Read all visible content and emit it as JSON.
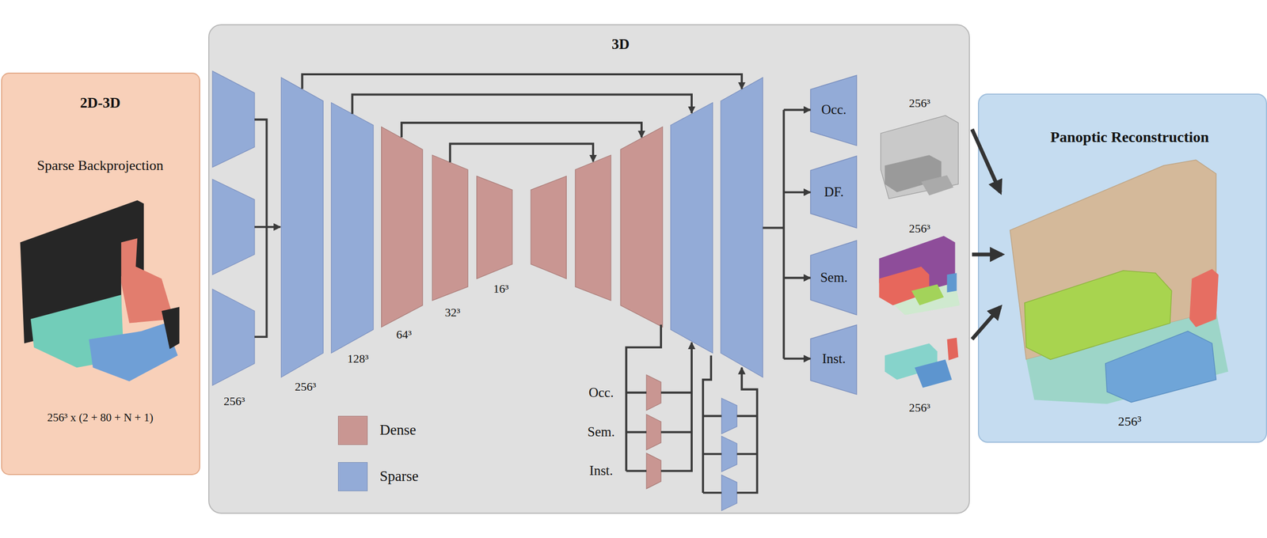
{
  "diagram": {
    "nodes": [
      {
        "text": [
          "2D-3D",
          "Sparse Backprojection",
          "256³ x (2 + 80 + N + 1)"
        ]
      },
      {
        "text": [
          "3D"
        ]
      },
      {
        "text": [
          "Occ."
        ],
        "in": 1
      },
      {
        "text": [
          "DF."
        ],
        "in": 1
      },
      {
        "text": [
          "Sem."
        ],
        "in": 1
      },
      {
        "text": [
          "Inst."
        ],
        "in": 1
      },
      {
        "text": [
          "Panoptic Reconstruction",
          "256³"
        ]
      }
    ],
    "edges": [
      {
        "from": 1,
        "to": 6,
        "arrow": "to"
      },
      {
        "from": 1,
        "to": 6,
        "arrow": "to"
      },
      {
        "from": 1,
        "to": 6,
        "arrow": "to"
      }
    ],
    "labels": [
      "256³",
      "256³",
      "256³",
      "128³",
      "64³",
      "32³",
      "16³",
      "256³",
      "Occ.",
      "Sem.",
      "Inst.",
      "256³"
    ],
    "legend": [
      {
        "text": "Dense",
        "color": "#c99692"
      },
      {
        "text": "Sparse",
        "color": "#93abd7"
      }
    ]
  }
}
